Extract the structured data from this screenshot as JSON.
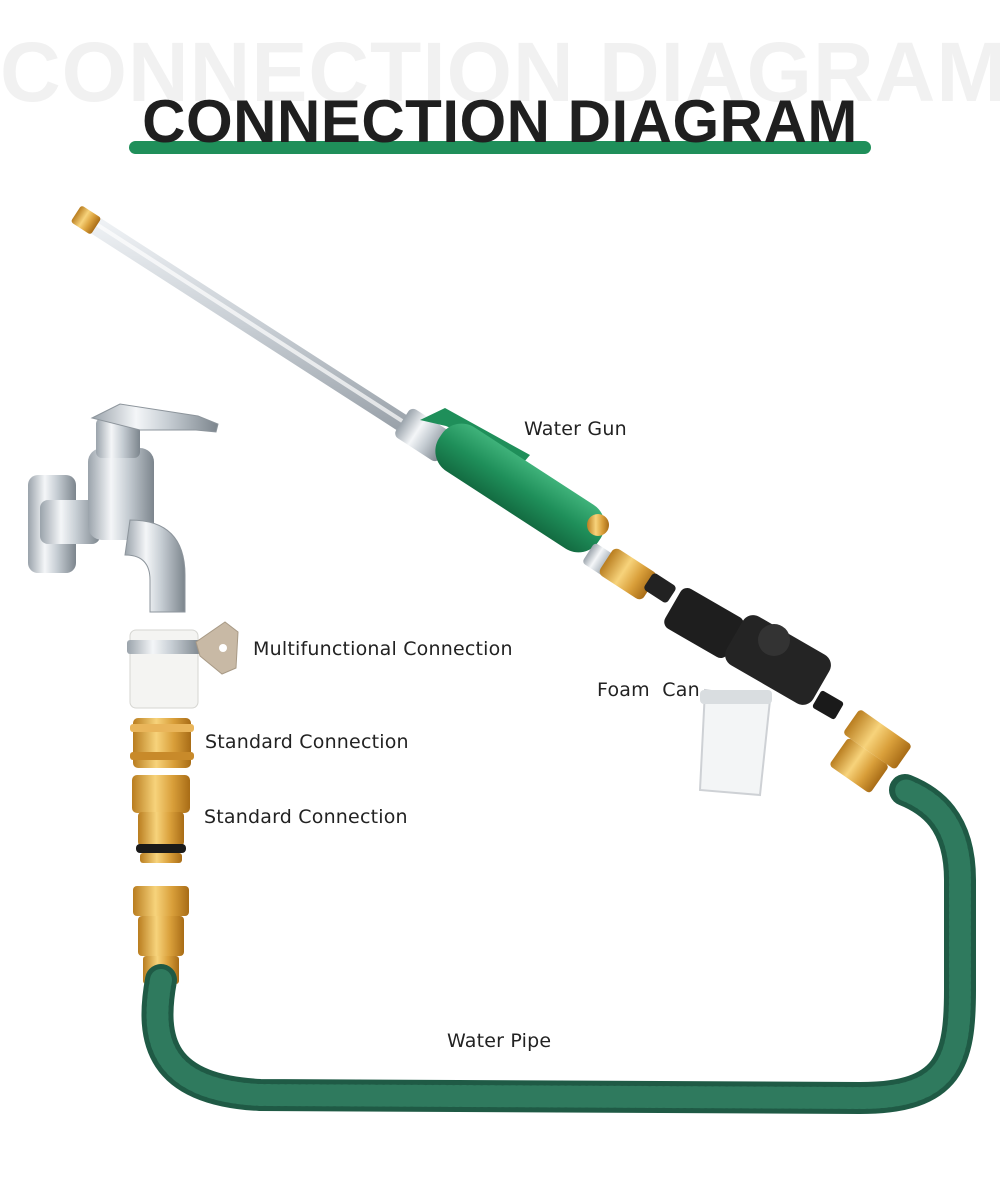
{
  "title": "CONNECTION DIAGRAM",
  "title_watermark": "CONNECTION DIAGRAM",
  "labels": {
    "water_gun": "Water Gun",
    "multifunctional": "Multifunctional Connection",
    "standard_1": "Standard Connection",
    "standard_2": "Standard Connection",
    "foam_can": "Foam  Can",
    "water_pipe": "Water Pipe"
  },
  "colors": {
    "accent_green": "#1f8f5a",
    "hose_green": "#2a6e55",
    "brass": "#d9a441",
    "text": "#222222"
  }
}
